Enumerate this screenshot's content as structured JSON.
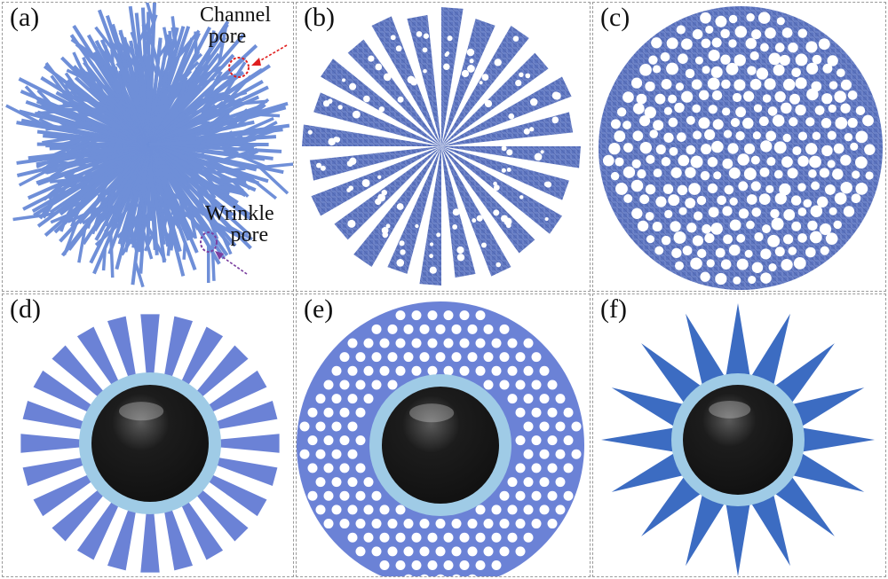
{
  "panels": [
    {
      "id": "a",
      "label": "(a)",
      "annotations": [
        "Channel",
        "pore",
        "Wrinkle",
        "pore"
      ]
    },
    {
      "id": "b",
      "label": "(b)"
    },
    {
      "id": "c",
      "label": "(c)"
    },
    {
      "id": "d",
      "label": "(d)"
    },
    {
      "id": "e",
      "label": "(e)"
    },
    {
      "id": "f",
      "label": "(f)"
    }
  ],
  "colors": {
    "fiber": "#6f8fd8",
    "texture": "#5c74bf",
    "sector": "#6b82d6",
    "shell": "#9fcbe6",
    "core": "#111111",
    "star": "#3c6cc2",
    "channel_marker": "#e02020",
    "wrinkle_marker": "#7b3fa0",
    "border": "#9a9a9a"
  }
}
